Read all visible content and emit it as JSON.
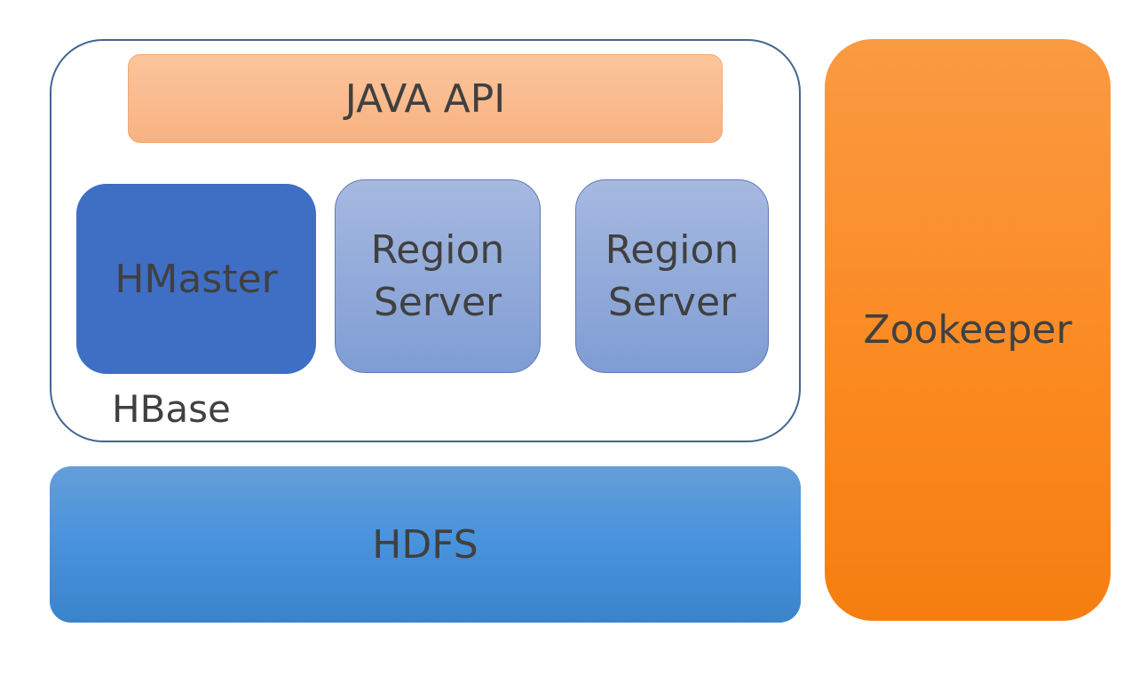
{
  "diagram": {
    "hbase": {
      "label": "HBase",
      "java_api": "JAVA API",
      "hmaster": "HMaster",
      "region_servers": [
        {
          "line1": "Region",
          "line2": "Server"
        },
        {
          "line1": "Region",
          "line2": "Server"
        }
      ]
    },
    "hdfs": "HDFS",
    "zookeeper": "Zookeeper"
  },
  "colors": {
    "hbase_border": "#41668f",
    "java_api": "#f9bb8c",
    "hmaster": "#3f6fc4",
    "region_server": "#95acdb",
    "hdfs": "#4a93dd",
    "zookeeper": "#fb8a22",
    "text": "#404040"
  }
}
